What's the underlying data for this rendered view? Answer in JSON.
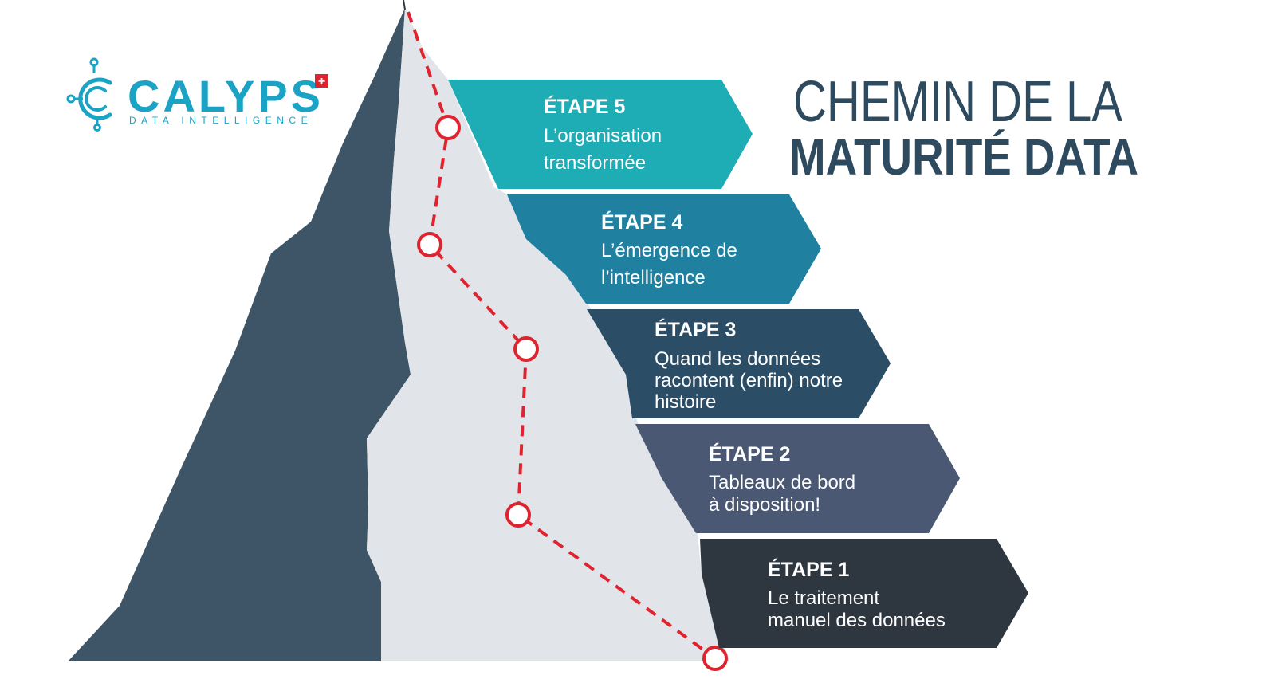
{
  "brand": {
    "name": "CALYPS",
    "tagline": "DATA INTELLIGENCE",
    "swiss_flag": "+",
    "color": "#1aa3c4"
  },
  "title": {
    "line1": "CHEMIN DE LA",
    "line2": "MATURITÉ DATA",
    "color": "#2d4a5e"
  },
  "mountain": {
    "dark_color": "#3d5566",
    "light_color": "#e1e5ea",
    "path_color": "#e0242f"
  },
  "stages": [
    {
      "title": "ÉTAPE 5",
      "lines": [
        "L’organisation",
        "transformée"
      ],
      "color": "#1eacb5"
    },
    {
      "title": "ÉTAPE 4",
      "lines": [
        "L’émergence de",
        "l’intelligence"
      ],
      "color": "#1f80a0"
    },
    {
      "title": "ÉTAPE 3",
      "lines": [
        "Quand les données",
        "racontent (enfin) notre",
        "histoire"
      ],
      "color": "#2b4d66"
    },
    {
      "title": "ÉTAPE 2",
      "lines": [
        "Tableaux de bord",
        "à disposition!"
      ],
      "color": "#4a5873"
    },
    {
      "title": "ÉTAPE 1",
      "lines": [
        "Le traitement",
        "manuel des données"
      ],
      "color": "#2e3640"
    }
  ]
}
